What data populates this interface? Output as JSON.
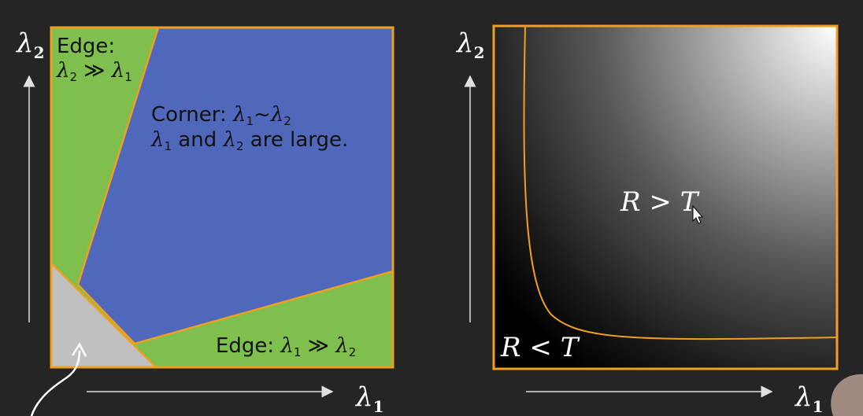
{
  "left_panel": {
    "edge_top_label": "Edge:",
    "edge_top_rel": "≫",
    "corner_label": "Corner:",
    "corner_rel": "~",
    "large_and": "and",
    "large_suffix": "are large.",
    "edge_bottom_label": "Edge:",
    "edge_bottom_rel": "≫"
  },
  "right_panel": {
    "r_gt_t": "R > T",
    "r_lt_t": "R < T"
  },
  "axes": {
    "lambda": "λ",
    "sub1": "1",
    "sub2": "2"
  },
  "colors": {
    "edge_region": "#7fbf4d",
    "corner_region": "#5068bb",
    "flat_region": "#c0c0c0",
    "boundary": "#f0a020",
    "background": "#252525"
  }
}
